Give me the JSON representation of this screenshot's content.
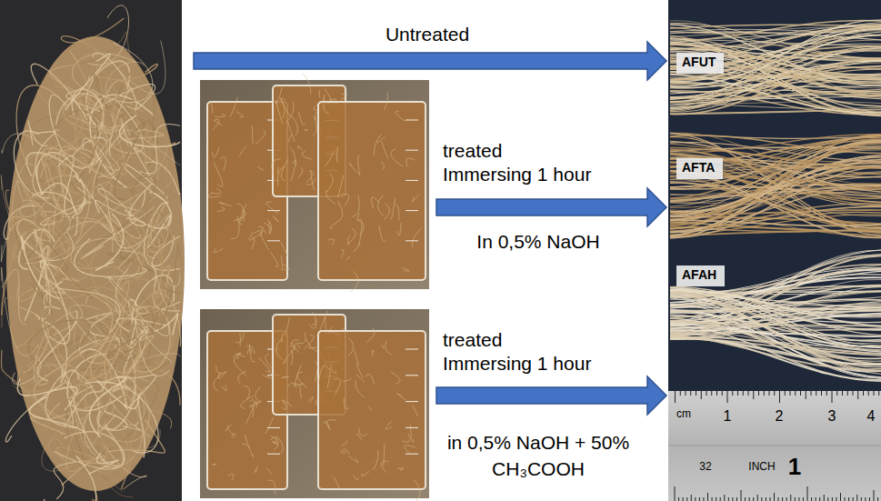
{
  "diagram": {
    "nodes": [
      {
        "text": [
          "AFUT"
        ]
      },
      {
        "text": [
          "AFTA"
        ]
      },
      {
        "text": [
          "AFAH"
        ]
      }
    ],
    "labels": [
      "Untreated",
      "treated",
      "Immersing 1 hour",
      "In 0,5% NaOH",
      "treated",
      "Immersing 1 hour",
      "in 0,5% NaOH + 50%",
      "CH₃COOH",
      "cm",
      "1",
      "2",
      "3",
      "4",
      "32",
      "INCH",
      "1"
    ]
  }
}
